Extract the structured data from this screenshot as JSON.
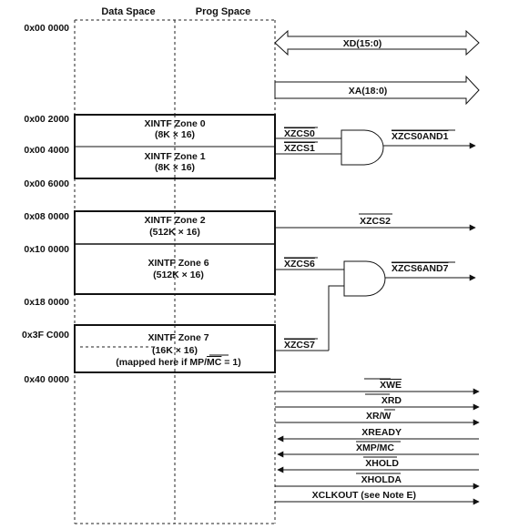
{
  "columns": {
    "data_space": "Data Space",
    "prog_space": "Prog Space"
  },
  "addresses": [
    "0x00 0000",
    "0x00 2000",
    "0x00 4000",
    "0x00 6000",
    "0x08 0000",
    "0x10 0000",
    "0x18 0000",
    "0x3F C000",
    "0x40 0000"
  ],
  "buses": {
    "xd": "XD(15:0)",
    "xa": "XA(18:0)"
  },
  "zones": {
    "zone0": {
      "title": "XINTF Zone 0",
      "size": "(8K × 16)"
    },
    "zone1": {
      "title": "XINTF Zone 1",
      "size": "(8K × 16)"
    },
    "zone2": {
      "title": "XINTF Zone 2",
      "size": "(512K × 16)"
    },
    "zone6": {
      "title": "XINTF Zone 6",
      "size": "(512K × 16)"
    },
    "zone7": {
      "title": "XINTF Zone 7",
      "size": "(16K × 16)",
      "note_prefix": "(mapped here if MP/",
      "note_bar": "MC",
      "note_suffix": " = 1)"
    }
  },
  "chip_selects": {
    "xzcs0": "XZCS0",
    "xzcs1": "XZCS1",
    "xzcs0and1": "XZCS0AND1",
    "xzcs2": "XZCS2",
    "xzcs6": "XZCS6",
    "xzcs6and7": "XZCS6AND7",
    "xzcs7": "XZCS7"
  },
  "control_signals": {
    "xwe": "XWE",
    "xrd": "XRD",
    "xrw_r": "XR/",
    "xrw_w": "W",
    "xready": "XREADY",
    "xmpmc_a": "XMP/",
    "xmpmc_b": "MC",
    "xhold": "XHOLD",
    "xholda": "XHOLDA",
    "xclkout": "XCLKOUT (see Note E)"
  }
}
